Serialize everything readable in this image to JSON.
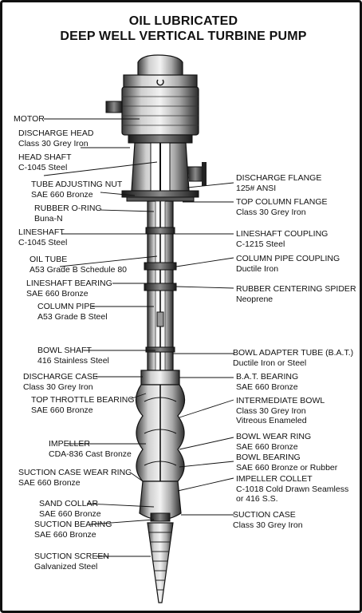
{
  "title": {
    "line1": "OIL LUBRICATED",
    "line2": "DEEP WELL VERTICAL TURBINE PUMP"
  },
  "labels": {
    "motor": {
      "name": "MOTOR",
      "spec": ""
    },
    "discharge_head": {
      "name": "DISCHARGE HEAD",
      "spec": "Class 30 Grey Iron"
    },
    "head_shaft": {
      "name": "HEAD SHAFT",
      "spec": "C-1045 Steel"
    },
    "tube_adjusting_nut": {
      "name": "TUBE ADJUSTING NUT",
      "spec": "SAE 660 Bronze"
    },
    "rubber_o_ring": {
      "name": "RUBBER O-RING",
      "spec": "Buna-N"
    },
    "lineshaft": {
      "name": "LINESHAFT",
      "spec": "C-1045 Steel"
    },
    "oil_tube": {
      "name": "OIL TUBE",
      "spec": "A53 Grade B Schedule 80"
    },
    "lineshaft_bearing": {
      "name": "LINESHAFT BEARING",
      "spec": "SAE 660 Bronze"
    },
    "column_pipe": {
      "name": "COLUMN PIPE",
      "spec": "A53 Grade B Steel"
    },
    "bowl_shaft": {
      "name": "BOWL SHAFT",
      "spec": "416 Stainless Steel"
    },
    "discharge_case": {
      "name": "DISCHARGE CASE",
      "spec": "Class 30 Grey Iron"
    },
    "top_throttle_bearing": {
      "name": "TOP THROTTLE BEARING",
      "spec": "SAE 660 Bronze"
    },
    "impeller": {
      "name": "IMPELLER",
      "spec": "CDA-836 Cast Bronze"
    },
    "suction_case_wear_ring": {
      "name": "SUCTION CASE WEAR RING",
      "spec": "SAE 660 Bronze"
    },
    "sand_collar": {
      "name": "SAND COLLAR",
      "spec": "SAE 660 Bronze"
    },
    "suction_bearing": {
      "name": "SUCTION BEARING",
      "spec": "SAE 660 Bronze"
    },
    "suction_screen": {
      "name": "SUCTION SCREEN",
      "spec": "Galvanized Steel"
    },
    "discharge_flange": {
      "name": "DISCHARGE FLANGE",
      "spec": "125# ANSI"
    },
    "top_column_flange": {
      "name": "TOP COLUMN FLANGE",
      "spec": "Class 30 Grey Iron"
    },
    "lineshaft_coupling": {
      "name": "LINESHAFT COUPLING",
      "spec": "C-1215 Steel"
    },
    "column_pipe_coupling": {
      "name": "COLUMN PIPE COUPLING",
      "spec": "Ductile Iron"
    },
    "rubber_centering_spider": {
      "name": "RUBBER CENTERING SPIDER",
      "spec": "Neoprene"
    },
    "bowl_adapter_tube": {
      "name": "BOWL ADAPTER TUBE (B.A.T.)",
      "spec": "Ductile Iron or Steel"
    },
    "bat_bearing": {
      "name": "B.A.T. BEARING",
      "spec": "SAE 660 Bronze"
    },
    "intermediate_bowl": {
      "name": "INTERMEDIATE BOWL",
      "spec": "Class 30 Grey Iron",
      "spec2": "Vitreous Enameled"
    },
    "bowl_wear_ring": {
      "name": "BOWL WEAR RING",
      "spec": "SAE 660 Bronze"
    },
    "bowl_bearing": {
      "name": "BOWL BEARING",
      "spec": "SAE 660 Bronze or Rubber"
    },
    "impeller_collet": {
      "name": "IMPELLER COLLET",
      "spec": "C-1018 Cold Drawn Seamless",
      "spec2": "or 416 S.S."
    },
    "suction_case": {
      "name": "SUCTION CASE",
      "spec": "Class 30 Grey Iron"
    }
  }
}
